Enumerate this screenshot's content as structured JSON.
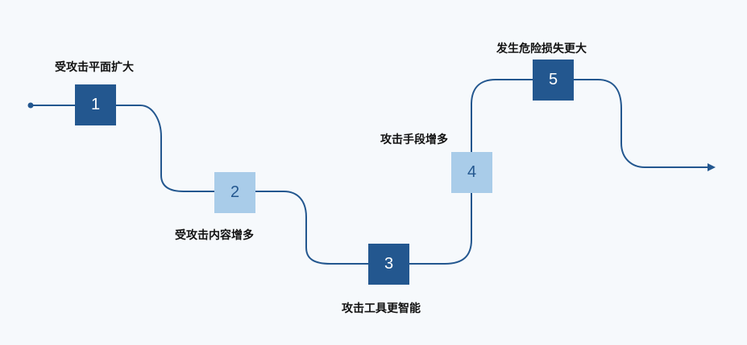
{
  "colors": {
    "line": "#23578f",
    "dark_box": "#23578f",
    "light_box": "#a9cce9",
    "background": "#f6f9fc"
  },
  "steps": [
    {
      "number": "1",
      "label": "受攻击平面扩大",
      "style": "dark"
    },
    {
      "number": "2",
      "label": "受攻击内容增多",
      "style": "light"
    },
    {
      "number": "3",
      "label": "攻击工具更智能",
      "style": "dark"
    },
    {
      "number": "4",
      "label": "攻击手段增多",
      "style": "light"
    },
    {
      "number": "5",
      "label": "发生危险损失更大",
      "style": "dark"
    }
  ]
}
